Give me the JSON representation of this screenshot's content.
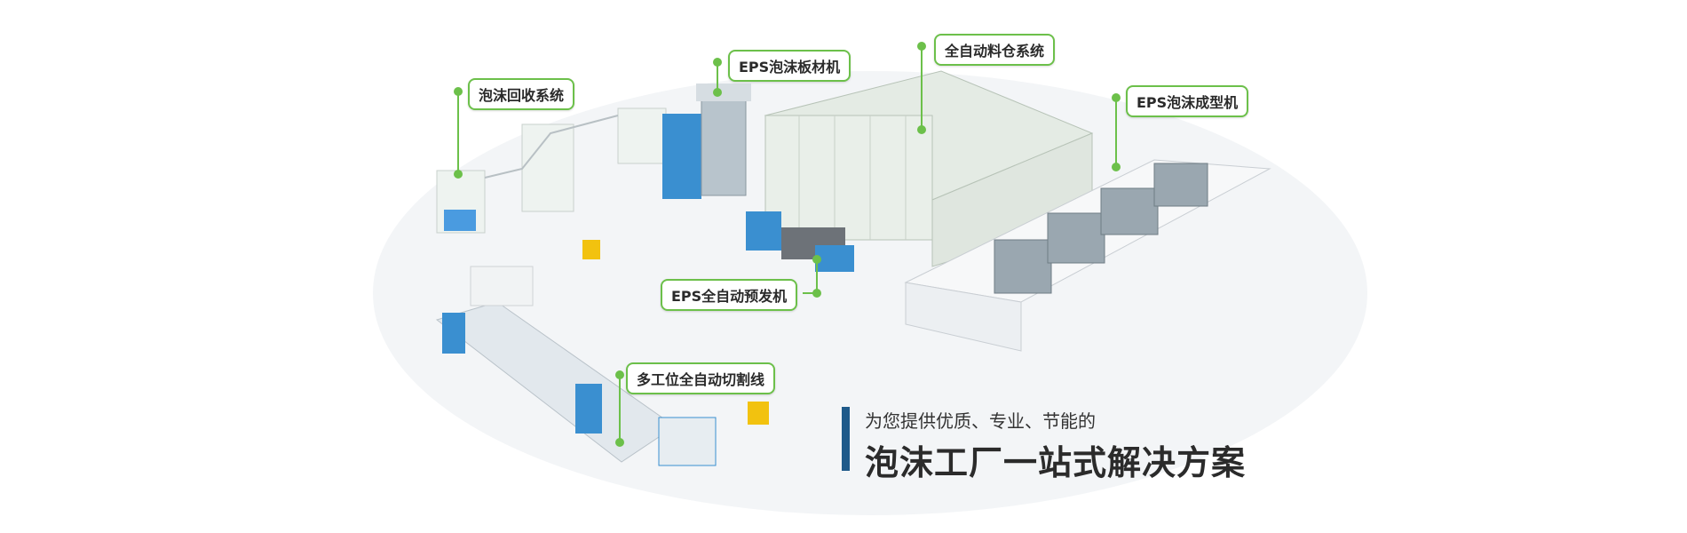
{
  "callouts": {
    "recycle": "泡沫回收系统",
    "board": "EPS泡沫板材机",
    "silo": "全自动料仓系统",
    "molding": "EPS泡沫成型机",
    "preexpander": "EPS全自动预发机",
    "cutting": "多工位全自动切割线"
  },
  "headline": {
    "subtitle": "为您提供优质、专业、节能的",
    "title": "泡沫工厂一站式解决方案"
  },
  "colors": {
    "accent_green": "#6cc04a",
    "brand_blue": "#1f5a8a",
    "frame_blue": "#3a8fd0"
  }
}
